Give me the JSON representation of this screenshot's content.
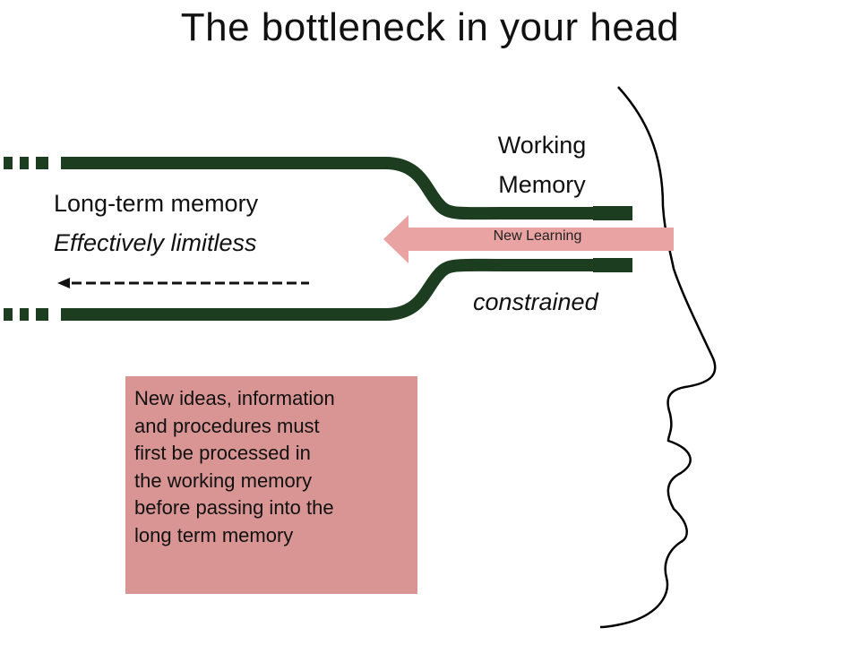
{
  "title": "The bottleneck in your head",
  "long_term": {
    "label": "Long-term memory",
    "sublabel": "Effectively limitless"
  },
  "working_memory": {
    "label_line1": "Working",
    "label_line2": "Memory",
    "constraint": "constrained"
  },
  "arrow": {
    "label": "New Learning",
    "color": "#e8a3a2"
  },
  "note": {
    "lines": [
      "New ideas, information",
      "and procedures must",
      "first be processed in",
      "the working memory",
      "before passing into the",
      "long term memory"
    ],
    "background": "#d99594"
  },
  "colors": {
    "pipe": "#1d3d20",
    "note_box": "#d99594",
    "arrow": "#e8a3a2",
    "head_outline": "#000000"
  }
}
